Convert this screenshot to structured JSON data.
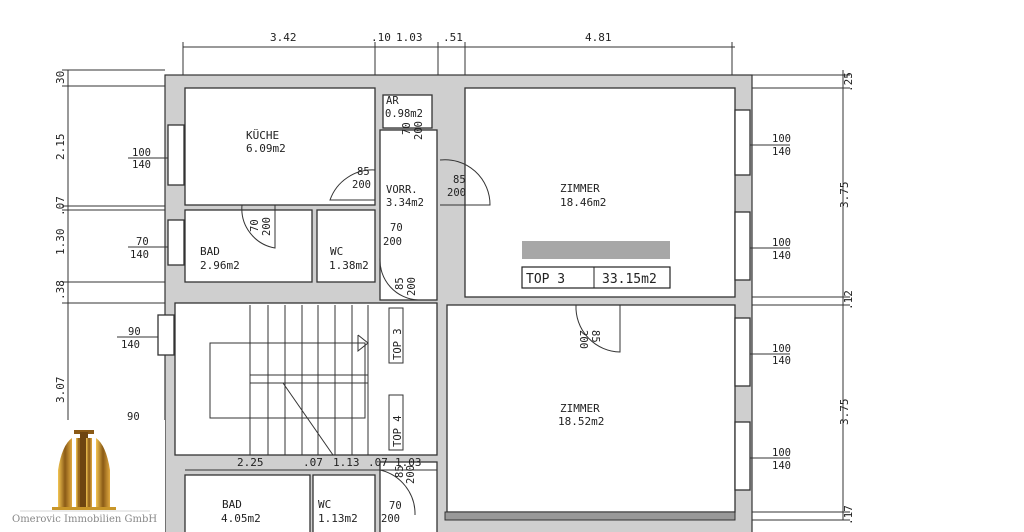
{
  "plan": {
    "top_dimensions": [
      "3.42",
      ".10",
      "1.03",
      ".51",
      "4.81"
    ],
    "left_dimensions": [
      "30",
      "2.15",
      ".07",
      "1.30",
      ".38",
      "3.07"
    ],
    "right_dimensions": [
      ".25",
      "3.75",
      ".12",
      "3.75",
      ".17"
    ],
    "bottom_dimensions": [
      "2.25",
      ".07",
      "1.13",
      ".07",
      "1.03"
    ],
    "windows_left": [
      {
        "w": "100",
        "h": "140"
      },
      {
        "w": "70",
        "h": "140"
      },
      {
        "w": "90",
        "h": "140"
      },
      {
        "w": "90"
      }
    ],
    "windows_right": [
      {
        "w": "100",
        "h": "140"
      },
      {
        "w": "100",
        "h": "140"
      },
      {
        "w": "100",
        "h": "140"
      },
      {
        "w": "100",
        "h": "140"
      }
    ],
    "rooms": {
      "kueche": {
        "name": "KÜCHE",
        "area": "6.09m2"
      },
      "ar": {
        "name": "AR",
        "area": "0.98m2"
      },
      "vorr": {
        "name": "VORR.",
        "area": "3.34m2"
      },
      "bad": {
        "name": "BAD",
        "area": "2.96m2"
      },
      "wc": {
        "name": "WC",
        "area": "1.38m2"
      },
      "zimmer1": {
        "name": "ZIMMER",
        "area": "18.46m2"
      },
      "zimmer2": {
        "name": "ZIMMER",
        "area": "18.52m2"
      },
      "bad2": {
        "name": "BAD",
        "area": "4.05m2"
      },
      "wc2": {
        "name": "WC",
        "area": "1.13m2"
      }
    },
    "doors": [
      {
        "w": "85",
        "h": "200"
      },
      {
        "w": "85",
        "h": "200"
      },
      {
        "w": "70",
        "h": "200"
      },
      {
        "w": "70",
        "h": "200"
      },
      {
        "w": "70",
        "h": "200"
      },
      {
        "w": "85",
        "h": "200"
      },
      {
        "w": "85",
        "h": "200"
      },
      {
        "w": "85",
        "h": "200"
      },
      {
        "w": "70",
        "h": "200"
      }
    ],
    "unit_box": {
      "unit": "TOP 3",
      "area": "33.15m2"
    },
    "stair_labels": [
      "TOP 3",
      "TOP 4"
    ]
  },
  "logo": {
    "company": "Omerovic Immobilien GmbH"
  },
  "colors": {
    "wall": "#cfcfcf",
    "line": "#333333",
    "logo_gold": "#c8962a"
  }
}
